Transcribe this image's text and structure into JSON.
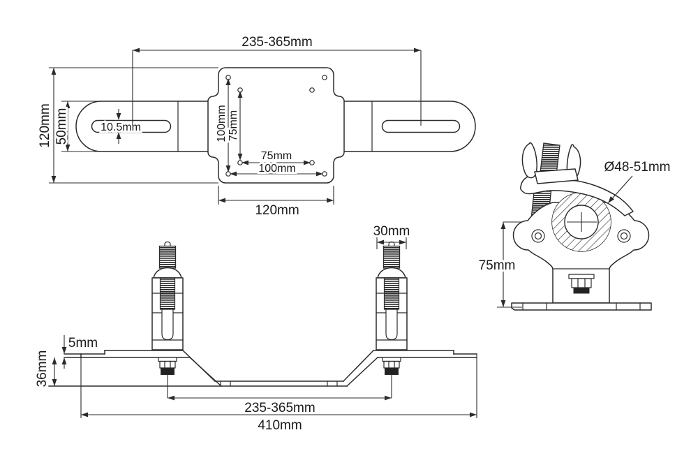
{
  "colors": {
    "line": "#2b2b2b",
    "text": "#1a1a1a",
    "background": "#ffffff"
  },
  "views": {
    "top": {
      "labels": {
        "adjust_range": "235-365mm",
        "overall_height": "120mm",
        "arm_height": "50mm",
        "slot_width": "10.5mm",
        "vesa_vertical_100": "100mm",
        "vesa_vertical_75": "75mm",
        "vesa_horizontal_75": "75mm",
        "vesa_horizontal_100": "100mm",
        "plate_width": "120mm"
      }
    },
    "side": {
      "labels": {
        "sheet_thickness": "5mm",
        "profile_height": "36mm",
        "clamp_block_width": "30mm",
        "bolt_spacing": "235-365mm",
        "overall_length": "410mm"
      }
    },
    "clamp": {
      "labels": {
        "tube_diameter": "Ø48-51mm",
        "height": "75mm"
      }
    }
  }
}
